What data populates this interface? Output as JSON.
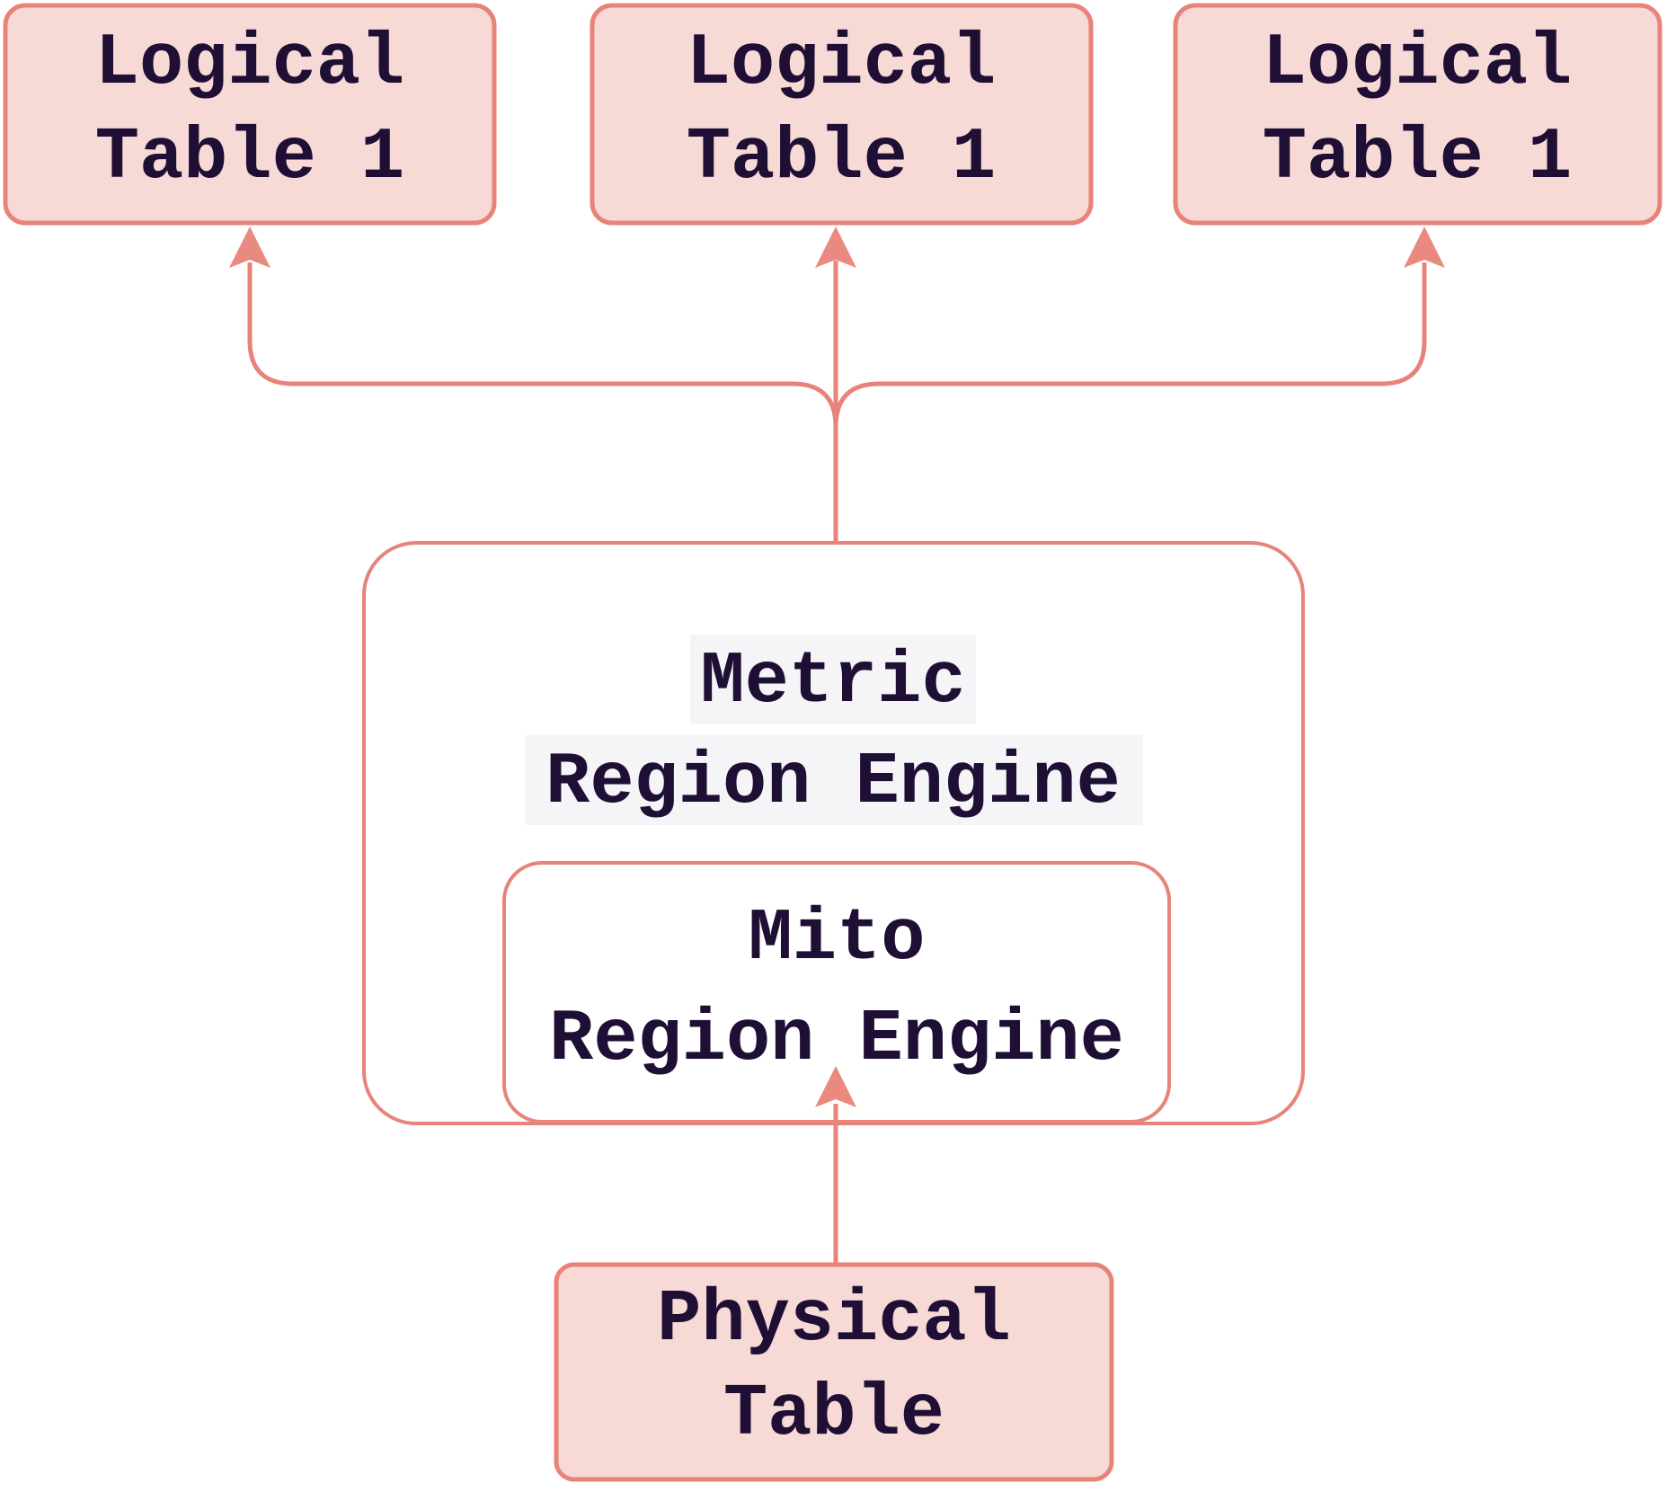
{
  "colors": {
    "background": "#ffffff",
    "accent": "#e8837a",
    "arrowhead": "#ea8980",
    "node_fill_pink": "#f7d9d6",
    "node_fill_white": "#ffffff",
    "text_color": "#200f35",
    "text_highlight": "#f5f5f7"
  },
  "diagram": {
    "type": "flowchart",
    "direction": "bottom-to-top",
    "nodes": {
      "logical_table_left": {
        "line1": "Logical",
        "line2": "Table 1"
      },
      "logical_table_middle": {
        "line1": "Logical",
        "line2": "Table 1"
      },
      "logical_table_right": {
        "line1": "Logical",
        "line2": "Table 1"
      },
      "metric_region_engine": {
        "line1": "Metric",
        "line2": "Region Engine"
      },
      "mito_region_engine": {
        "line1": "Mito",
        "line2": "Region Engine"
      },
      "physical_table": {
        "line1": "Physical",
        "line2": "Table"
      }
    },
    "edges": [
      {
        "from": "physical_table",
        "to": "mito_region_engine"
      },
      {
        "from": "metric_region_engine",
        "to": "logical_table_left"
      },
      {
        "from": "metric_region_engine",
        "to": "logical_table_middle"
      },
      {
        "from": "metric_region_engine",
        "to": "logical_table_right"
      }
    ],
    "containment": "mito_region_engine inside metric_region_engine"
  }
}
